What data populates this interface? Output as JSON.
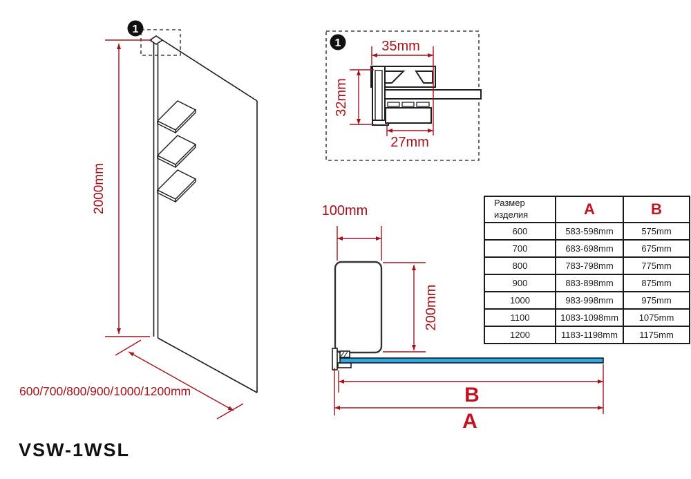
{
  "model": "VSW-1WSL",
  "front_view": {
    "balloon": "1",
    "height": "2000mm",
    "widths": "600/700/800/900/1000/1200mm"
  },
  "detail_view": {
    "balloon": "1",
    "top_width": "35mm",
    "side_height": "32mm",
    "bottom_width": "27mm"
  },
  "plan_view": {
    "panel_width": "100mm",
    "panel_depth": "200mm",
    "glass_dim": "B",
    "total_dim": "A"
  },
  "size_table": {
    "col_size": "Размер изделия",
    "col_a": "A",
    "col_b": "B",
    "rows": [
      {
        "size": "600",
        "a": "583-598mm",
        "b": "575mm"
      },
      {
        "size": "700",
        "a": "683-698mm",
        "b": "675mm"
      },
      {
        "size": "800",
        "a": "783-798mm",
        "b": "775mm"
      },
      {
        "size": "900",
        "a": "883-898mm",
        "b": "875mm"
      },
      {
        "size": "1000",
        "a": "983-998mm",
        "b": "975mm"
      },
      {
        "size": "1100",
        "a": "1083-1098mm",
        "b": "1075mm"
      },
      {
        "size": "1200",
        "a": "1183-1198mm",
        "b": "1175mm"
      }
    ]
  },
  "colors": {
    "dimension_red": "#a6121a",
    "accent_red": "#c1121f",
    "glass_blue": "#2ea9e0",
    "line_black": "#1a1a1a"
  }
}
